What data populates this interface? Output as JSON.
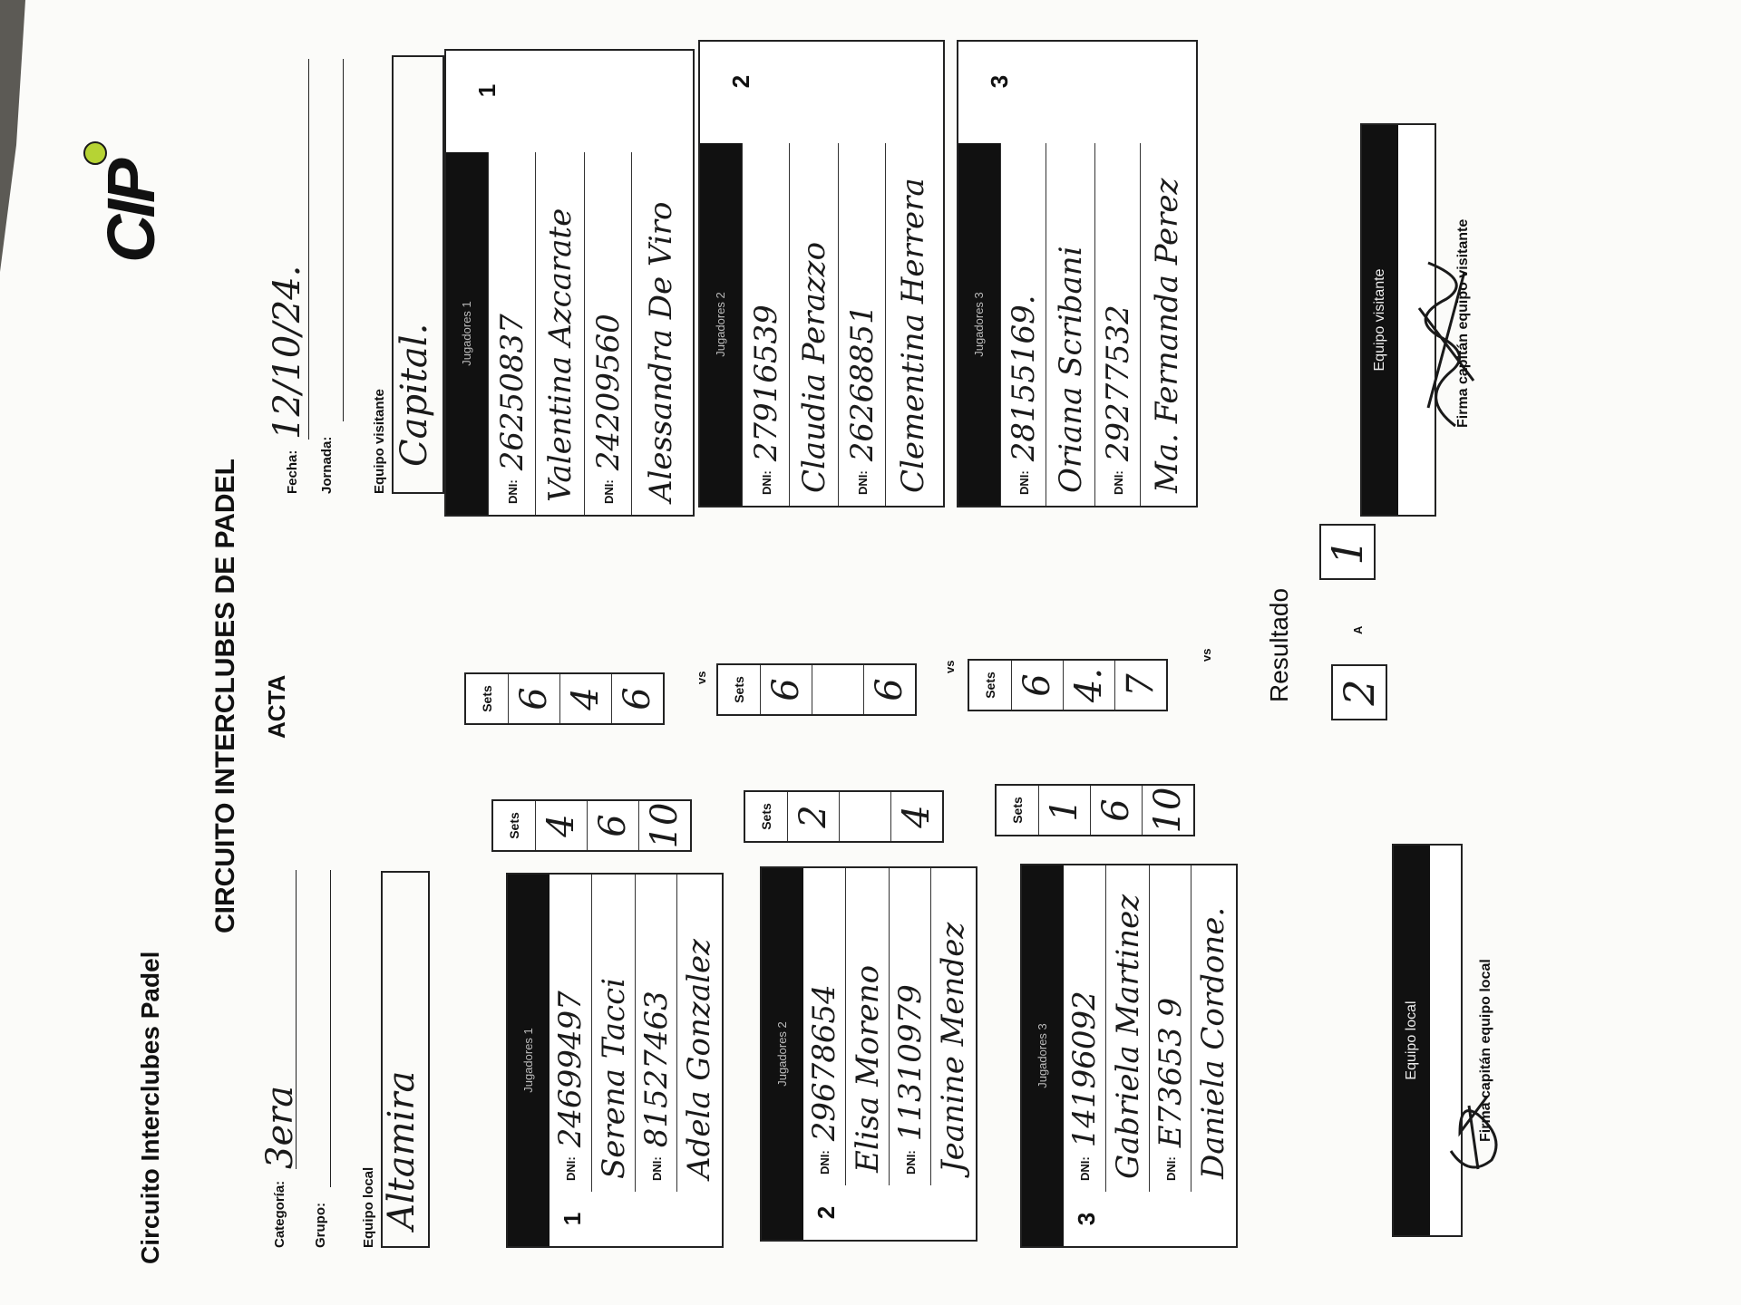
{
  "form": {
    "heading": "Circuito Interclubes Padel",
    "main_title": "CIRCUITO INTERCLUBES DE PADEL",
    "subtitle": "ACTA",
    "logo_text": "CIP"
  },
  "meta": {
    "categoria_label": "Categoría:",
    "categoria_value": "3era",
    "grupo_label": "Grupo:",
    "grupo_value": "",
    "fecha_label": "Fecha:",
    "fecha_value": "12/10/24.",
    "jornada_label": "Jornada:",
    "jornada_value": "",
    "local_label": "Equipo local",
    "local_value": "Altamira",
    "visitante_label": "Equipo visitante",
    "visitante_value": "Capital."
  },
  "labels": {
    "dni": "DNI:",
    "sets": "Sets",
    "vs": "vs",
    "resultado": "Resultado",
    "a": "A"
  },
  "matches": [
    {
      "number": "1",
      "local": {
        "header": "Jugadores 1",
        "dni1": "24699497",
        "name1": "Serena Tacci",
        "dni2": "81527463",
        "name2": "Adela Gonzalez",
        "sets": [
          "4",
          "6",
          "10"
        ]
      },
      "visitante": {
        "header": "Jugadores 1",
        "dni1": "26250837",
        "name1": "Valentina Azcarate",
        "dni2": "24209560",
        "name2": "Alessandra De Viro",
        "sets": [
          "6",
          "4",
          "6"
        ]
      }
    },
    {
      "number": "2",
      "local": {
        "header": "Jugadores 2",
        "dni1": "29678654",
        "name1": "Elisa Moreno",
        "dni2": "11310979",
        "name2": "Jeanine Mendez",
        "sets": [
          "2",
          "",
          "4"
        ]
      },
      "visitante": {
        "header": "Jugadores 2",
        "dni1": "27916539",
        "name1": "Claudia Perazzo",
        "dni2": "26268851",
        "name2": "Clementina Herrera",
        "sets": [
          "6",
          "",
          "6"
        ]
      }
    },
    {
      "number": "3",
      "local": {
        "header": "Jugadores 3",
        "dni1": "14196092",
        "name1": "Gabriela Martinez",
        "dni2": "E73653 9",
        "name2": "Daniela Cordone.",
        "sets": [
          "1",
          "6",
          "10"
        ]
      },
      "visitante": {
        "header": "Jugadores 3",
        "dni1": "28155169.",
        "name1": "Oriana Scribani",
        "dni2": "29277532",
        "name2": "Ma. Fernanda Perez",
        "sets": [
          "6",
          "4.",
          "7"
        ]
      }
    }
  ],
  "result": {
    "local": "2",
    "visitante": "1"
  },
  "captains": {
    "local_header": "Equipo local",
    "local_caption": "Firma capitán equipo local",
    "visitante_header": "Equipo visitante",
    "visitante_caption": "Firma capitán equipo visitante"
  }
}
